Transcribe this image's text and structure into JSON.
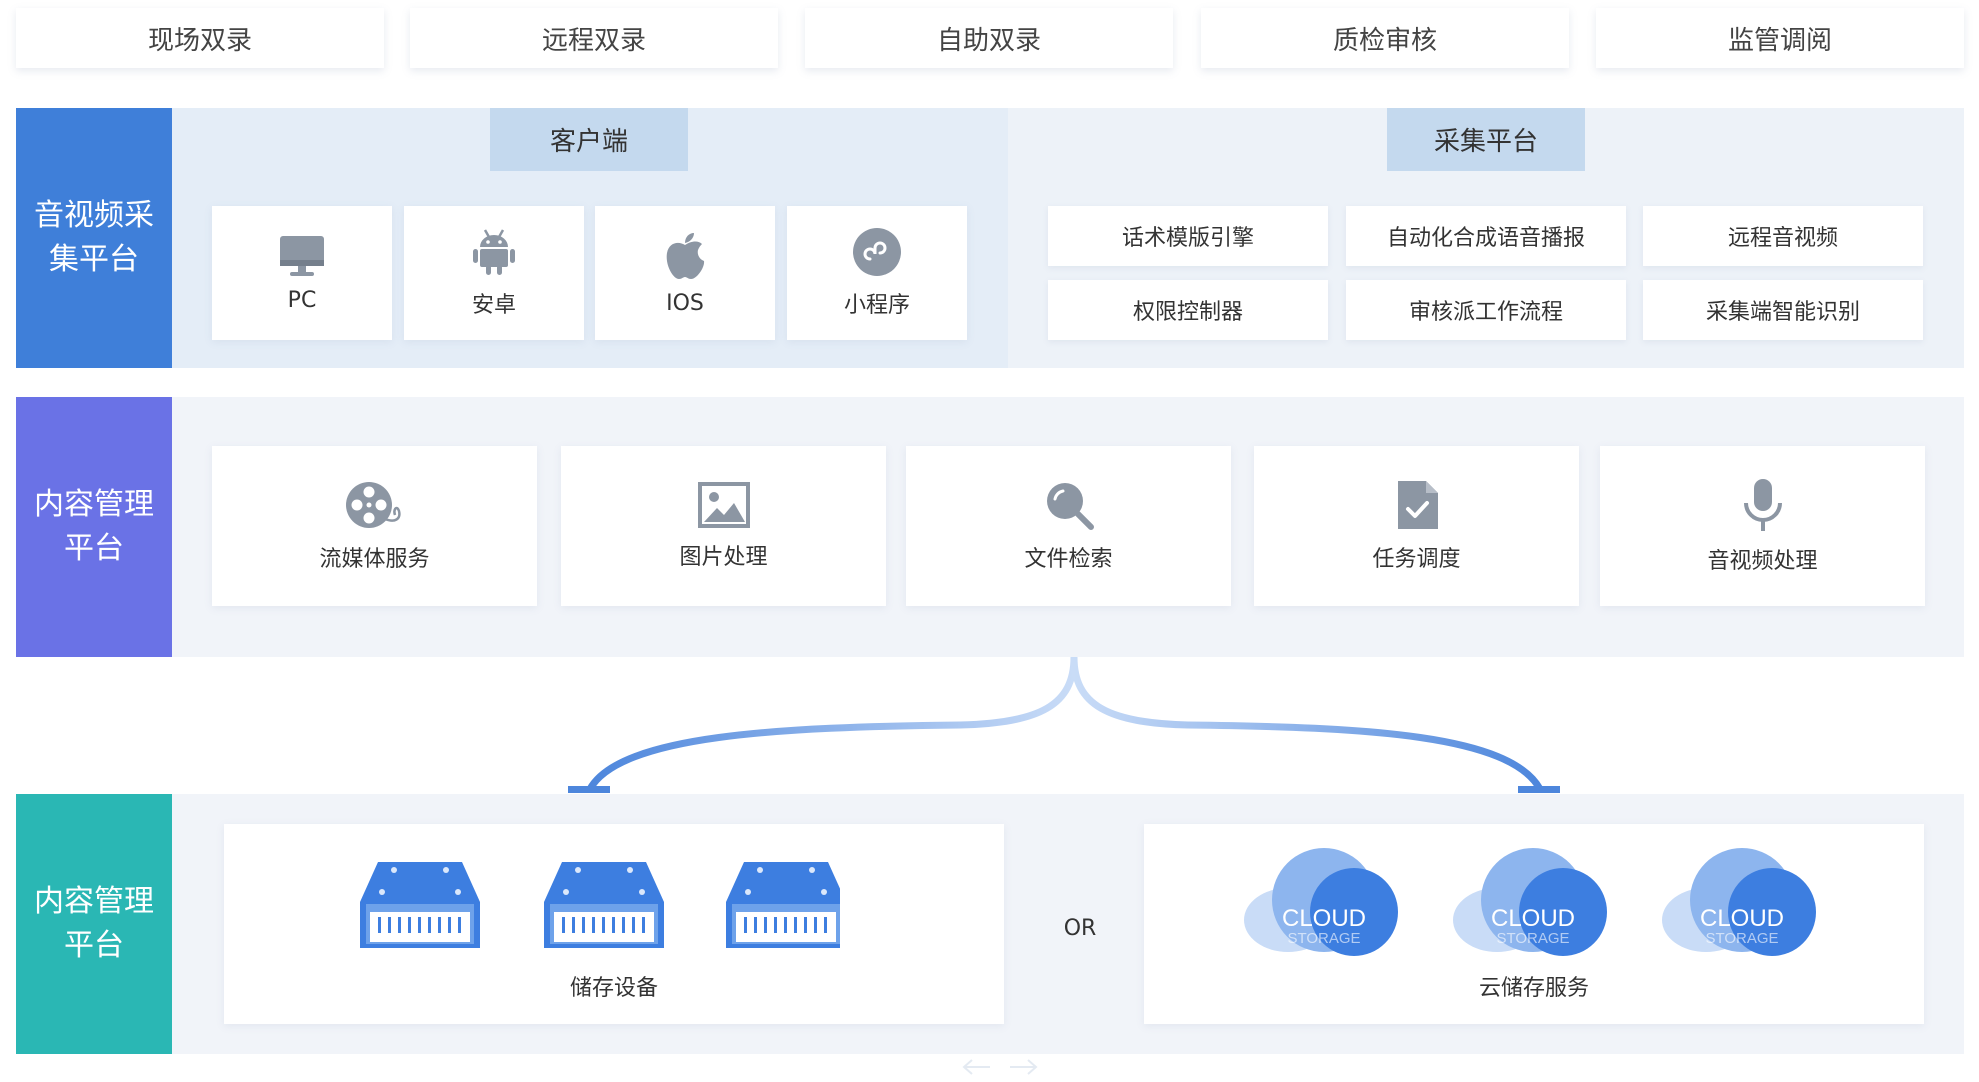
{
  "top_tabs": [
    "现场双录",
    "远程双录",
    "自助双录",
    "质检审核",
    "监管调阅"
  ],
  "row1": {
    "side_label": "音视频采集平台",
    "client": {
      "header": "客户端",
      "items": [
        {
          "label": "PC",
          "icon": "monitor-icon"
        },
        {
          "label": "安卓",
          "icon": "android-icon"
        },
        {
          "label": "IOS",
          "icon": "apple-icon"
        },
        {
          "label": "小程序",
          "icon": "mini-program-icon"
        }
      ]
    },
    "platform": {
      "header": "采集平台",
      "items": [
        "话术模版引擎",
        "自动化合成语音播报",
        "远程音视频",
        "权限控制器",
        "审核派工作流程",
        "采集端智能识别"
      ]
    }
  },
  "row2": {
    "side_label": "内容管理平台",
    "items": [
      {
        "label": "流媒体服务",
        "icon": "film-reel-icon"
      },
      {
        "label": "图片处理",
        "icon": "image-icon"
      },
      {
        "label": "文件检索",
        "icon": "search-icon"
      },
      {
        "label": "任务调度",
        "icon": "task-check-icon"
      },
      {
        "label": "音视频处理",
        "icon": "microphone-icon"
      }
    ]
  },
  "row3": {
    "side_label": "内容管理平台",
    "storage_label": "储存设备",
    "or_label": "OR",
    "cloud_label": "云储存服务",
    "cloud_text_main": "CLOUD",
    "cloud_text_sub": "STORAGE"
  },
  "colors": {
    "row1_side": "#3f7fd9",
    "row2_side": "#6a72e6",
    "row3_side": "#2ab7b4",
    "icon_gray": "#8c96a3",
    "connector": "#5b8fe0"
  }
}
